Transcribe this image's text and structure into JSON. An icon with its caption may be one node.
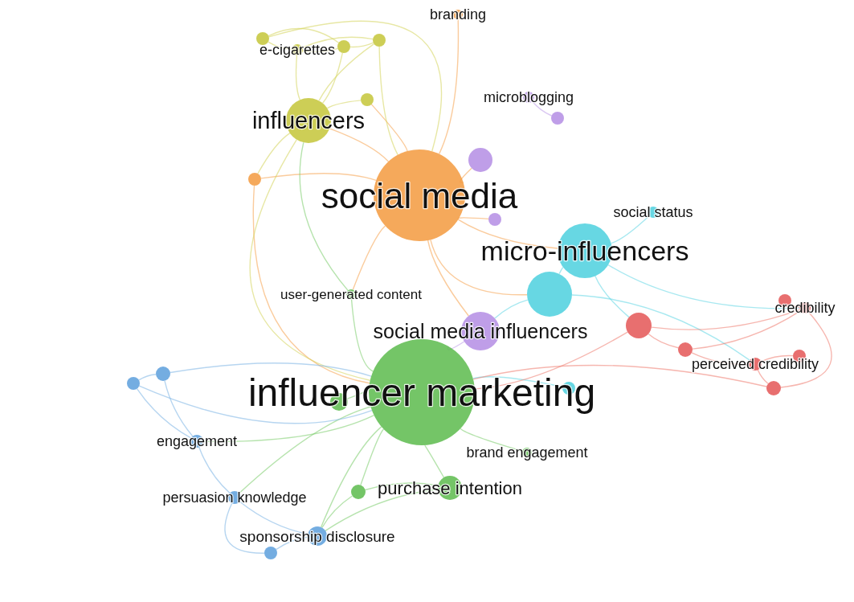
{
  "diagram": {
    "nodes": [
      {
        "text": [
          "branding"
        ]
      },
      {
        "text": [],
        "shape": "circle"
      },
      {
        "text": [
          "e-cigarettes"
        ]
      },
      {
        "text": [],
        "shape": "circle"
      },
      {
        "text": [],
        "shape": "circle"
      },
      {
        "text": [
          "influencers"
        ]
      },
      {
        "text": [
          "microblogging"
        ]
      },
      {
        "text": [],
        "shape": "circle"
      },
      {
        "text": [],
        "shape": "circle"
      },
      {
        "text": [],
        "shape": "circle"
      },
      {
        "text": [],
        "shape": "circle"
      },
      {
        "text": [
          "social media"
        ]
      },
      {
        "text": [
          "social status"
        ]
      },
      {
        "text": [],
        "shape": "circle"
      },
      {
        "text": [
          "micro-influencers"
        ]
      },
      {
        "text": [],
        "shape": "circle"
      },
      {
        "text": [
          "user-generated content"
        ]
      },
      {
        "text": [],
        "shape": "circle"
      },
      {
        "text": [],
        "shape": "circle"
      },
      {
        "text": [
          "credibility"
        ]
      },
      {
        "text": [
          "social media influencers"
        ]
      },
      {
        "text": [],
        "shape": "circle"
      },
      {
        "text": [],
        "shape": "circle"
      },
      {
        "text": [
          "perceived credibility"
        ]
      },
      {
        "text": [],
        "shape": "circle"
      },
      {
        "text": [],
        "shape": "circle"
      },
      {
        "text": [],
        "shape": "circle"
      },
      {
        "text": [
          "influencer marketing"
        ]
      },
      {
        "text": [],
        "shape": "circle"
      },
      {
        "text": [],
        "shape": "circle"
      },
      {
        "text": [
          "engagement"
        ]
      },
      {
        "text": [
          "brand engagement"
        ]
      },
      {
        "text": [
          "purchase intention"
        ]
      },
      {
        "text": [],
        "shape": "circle"
      },
      {
        "text": [
          "persuasion knowledge"
        ]
      },
      {
        "text": [
          "sponsorship disclosure"
        ]
      },
      {
        "text": [],
        "shape": "circle"
      }
    ],
    "edges": [
      {
        "from": 11,
        "to": 0,
        "arrow": "none",
        "color": "#f5a04a"
      },
      {
        "from": 11,
        "to": 5,
        "arrow": "none",
        "color": "#f5a04a"
      },
      {
        "from": 11,
        "to": 10,
        "arrow": "none",
        "color": "#f5a04a"
      },
      {
        "from": 11,
        "to": 9,
        "arrow": "none",
        "color": "#f5a04a"
      },
      {
        "from": 11,
        "to": 13,
        "arrow": "none",
        "color": "#f5a04a"
      },
      {
        "from": 11,
        "to": 14,
        "arrow": "none",
        "color": "#f5a04a"
      },
      {
        "from": 11,
        "to": 15,
        "arrow": "none",
        "color": "#f5a04a"
      },
      {
        "from": 11,
        "to": 20,
        "arrow": "none",
        "color": "#f5a04a"
      },
      {
        "from": 11,
        "to": 16,
        "arrow": "none",
        "color": "#f5a04a"
      },
      {
        "from": 11,
        "to": 7,
        "arrow": "none",
        "color": "#f5a04a"
      },
      {
        "from": 10,
        "to": 27,
        "arrow": "none",
        "color": "#f5a04a"
      },
      {
        "from": 1,
        "to": 2,
        "arrow": "none",
        "color": "#d4d45a"
      },
      {
        "from": 1,
        "to": 3,
        "arrow": "none",
        "color": "#d4d45a"
      },
      {
        "from": 2,
        "to": 3,
        "arrow": "none",
        "color": "#d4d45a"
      },
      {
        "from": 2,
        "to": 4,
        "arrow": "none",
        "color": "#d4d45a"
      },
      {
        "from": 2,
        "to": 5,
        "arrow": "none",
        "color": "#d4d45a"
      },
      {
        "from": 3,
        "to": 4,
        "arrow": "none",
        "color": "#d4d45a"
      },
      {
        "from": 3,
        "to": 5,
        "arrow": "none",
        "color": "#d4d45a"
      },
      {
        "from": 4,
        "to": 5,
        "arrow": "none",
        "color": "#d4d45a"
      },
      {
        "from": 7,
        "to": 5,
        "arrow": "none",
        "color": "#d4d45a"
      },
      {
        "from": 5,
        "to": 10,
        "arrow": "none",
        "color": "#d4d45a"
      },
      {
        "from": 4,
        "to": 11,
        "arrow": "none",
        "color": "#d4d45a"
      },
      {
        "from": 1,
        "to": 11,
        "arrow": "none",
        "color": "#d4d45a"
      },
      {
        "from": 5,
        "to": 27,
        "arrow": "none",
        "color": "#d4d45a"
      },
      {
        "from": 6,
        "to": 8,
        "arrow": "none",
        "color": "#bb99e8"
      },
      {
        "from": 20,
        "to": 27,
        "arrow": "none",
        "color": "#bb99e8"
      },
      {
        "from": 14,
        "to": 12,
        "arrow": "none",
        "color": "#5fd6e4"
      },
      {
        "from": 14,
        "to": 15,
        "arrow": "none",
        "color": "#5fd6e4"
      },
      {
        "from": 14,
        "to": 17,
        "arrow": "none",
        "color": "#5fd6e4"
      },
      {
        "from": 14,
        "to": 19,
        "arrow": "none",
        "color": "#5fd6e4"
      },
      {
        "from": 15,
        "to": 23,
        "arrow": "none",
        "color": "#5fd6e4"
      },
      {
        "from": 15,
        "to": 20,
        "arrow": "none",
        "color": "#5fd6e4"
      },
      {
        "from": 26,
        "to": 27,
        "arrow": "none",
        "color": "#5fd6e4"
      },
      {
        "from": 17,
        "to": 21,
        "arrow": "none",
        "color": "#ee7a6e"
      },
      {
        "from": 17,
        "to": 19,
        "arrow": "none",
        "color": "#ee7a6e"
      },
      {
        "from": 21,
        "to": 23,
        "arrow": "none",
        "color": "#ee7a6e"
      },
      {
        "from": 21,
        "to": 19,
        "arrow": "none",
        "color": "#ee7a6e"
      },
      {
        "from": 18,
        "to": 19,
        "arrow": "none",
        "color": "#ee7a6e"
      },
      {
        "from": 22,
        "to": 23,
        "arrow": "none",
        "color": "#ee7a6e"
      },
      {
        "from": 23,
        "to": 28,
        "arrow": "none",
        "color": "#ee7a6e"
      },
      {
        "from": 17,
        "to": 27,
        "arrow": "none",
        "color": "#ee7a6e"
      },
      {
        "from": 19,
        "to": 28,
        "arrow": "none",
        "color": "#ee7a6e"
      },
      {
        "from": 28,
        "to": 27,
        "arrow": "none",
        "color": "#ee7a6e"
      },
      {
        "from": 27,
        "to": 16,
        "arrow": "none",
        "color": "#7acc6a"
      },
      {
        "from": 27,
        "to": 29,
        "arrow": "none",
        "color": "#7acc6a"
      },
      {
        "from": 27,
        "to": 31,
        "arrow": "none",
        "color": "#7acc6a"
      },
      {
        "from": 27,
        "to": 32,
        "arrow": "none",
        "color": "#7acc6a"
      },
      {
        "from": 27,
        "to": 33,
        "arrow": "none",
        "color": "#7acc6a"
      },
      {
        "from": 27,
        "to": 35,
        "arrow": "none",
        "color": "#7acc6a"
      },
      {
        "from": 27,
        "to": 34,
        "arrow": "none",
        "color": "#7acc6a"
      },
      {
        "from": 27,
        "to": 30,
        "arrow": "none",
        "color": "#7acc6a"
      },
      {
        "from": 32,
        "to": 33,
        "arrow": "none",
        "color": "#7acc6a"
      },
      {
        "from": 32,
        "to": 35,
        "arrow": "none",
        "color": "#7acc6a"
      },
      {
        "from": 33,
        "to": 35,
        "arrow": "none",
        "color": "#7acc6a"
      },
      {
        "from": 16,
        "to": 5,
        "arrow": "none",
        "color": "#7acc6a"
      },
      {
        "from": 24,
        "to": 25,
        "arrow": "none",
        "color": "#7ab2e4"
      },
      {
        "from": 24,
        "to": 30,
        "arrow": "none",
        "color": "#7ab2e4"
      },
      {
        "from": 25,
        "to": 30,
        "arrow": "none",
        "color": "#7ab2e4"
      },
      {
        "from": 30,
        "to": 34,
        "arrow": "none",
        "color": "#7ab2e4"
      },
      {
        "from": 34,
        "to": 35,
        "arrow": "none",
        "color": "#7ab2e4"
      },
      {
        "from": 35,
        "to": 36,
        "arrow": "none",
        "color": "#7ab2e4"
      },
      {
        "from": 34,
        "to": 36,
        "arrow": "none",
        "color": "#7ab2e4"
      },
      {
        "from": 24,
        "to": 27,
        "arrow": "none",
        "color": "#7ab2e4"
      },
      {
        "from": 25,
        "to": 27,
        "arrow": "none",
        "color": "#7ab2e4"
      }
    ]
  }
}
